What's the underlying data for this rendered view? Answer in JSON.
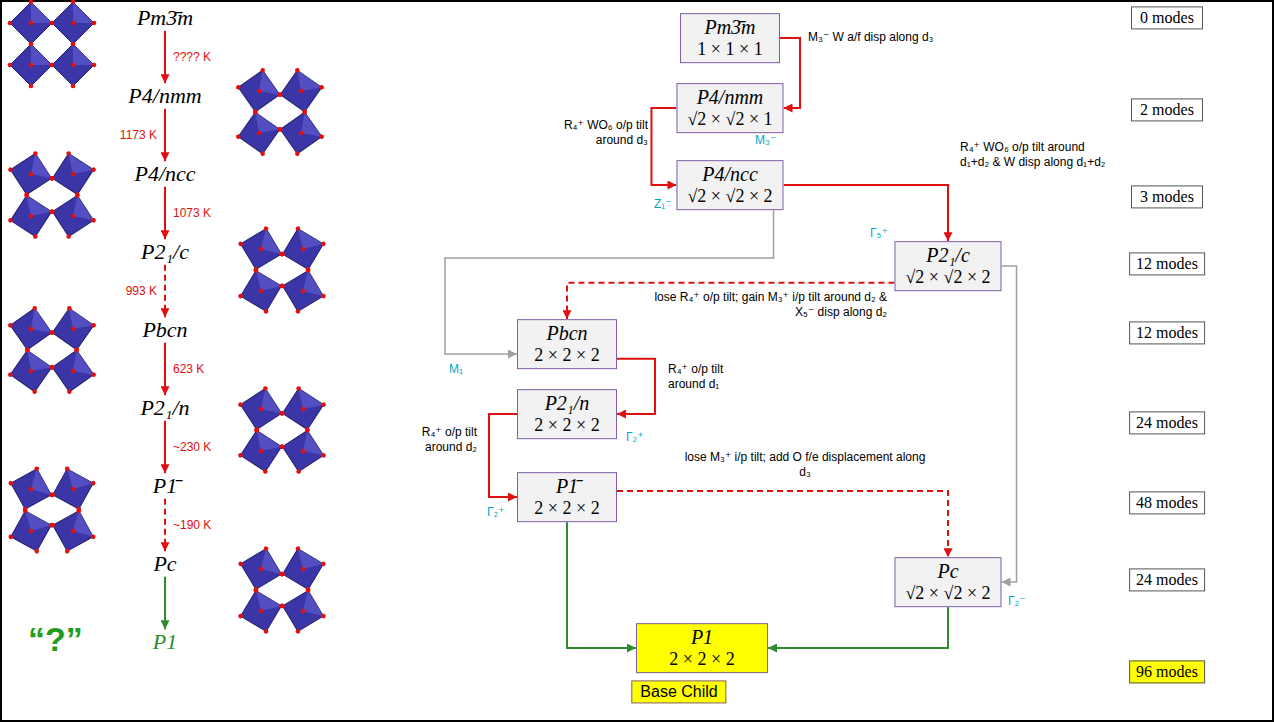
{
  "diagram": {
    "nodes": [
      {
        "text": [
          "Pm3̄m"
        ]
      },
      {
        "text": [
          "P4/nmm"
        ]
      },
      {
        "text": [
          "P4/ncc"
        ]
      },
      {
        "text": [
          "P2₁/c"
        ]
      },
      {
        "text": [
          "Pbcn"
        ]
      },
      {
        "text": [
          "P2₁/n"
        ]
      },
      {
        "text": [
          "P1̄"
        ]
      },
      {
        "text": [
          "Pc"
        ]
      },
      {
        "text": [
          "P1"
        ]
      },
      {
        "text": [
          "Pm3̄m",
          "1 × 1 × 1"
        ]
      },
      {
        "text": [
          "P4/nmm",
          "√2 × √2 × 1"
        ]
      },
      {
        "text": [
          "P4/ncc",
          "√2 × √2 × 2"
        ]
      },
      {
        "text": [
          "P2₁/c",
          "√2 × √2 × 2"
        ]
      },
      {
        "text": [
          "Pbcn",
          "2 × 2 × 2"
        ]
      },
      {
        "text": [
          "P2₁/n",
          "2 × 2 × 2"
        ]
      },
      {
        "text": [
          "P1̄",
          "2 × 2 × 2"
        ]
      },
      {
        "text": [
          "Pc",
          "√2 × √2 × 2"
        ]
      },
      {
        "text": [
          "P1",
          "2 × 2 × 2"
        ]
      },
      {
        "text": [
          "Base Child"
        ]
      },
      {
        "text": [
          "0 modes"
        ]
      },
      {
        "text": [
          "2 modes"
        ]
      },
      {
        "text": [
          "3 modes"
        ]
      },
      {
        "text": [
          "12 modes"
        ]
      },
      {
        "text": [
          "12 modes"
        ]
      },
      {
        "text": [
          "24 modes"
        ]
      },
      {
        "text": [
          "48 modes"
        ]
      },
      {
        "text": [
          "24 modes"
        ]
      },
      {
        "text": [
          "96 modes"
        ]
      }
    ],
    "edges": [
      {
        "from": 0,
        "to": 1,
        "arrow": "to",
        "label": "???? K"
      },
      {
        "from": 1,
        "to": 2,
        "arrow": "to",
        "label": "1173 K"
      },
      {
        "from": 2,
        "to": 3,
        "arrow": "to",
        "label": "1073 K"
      },
      {
        "from": 3,
        "to": 4,
        "arrow": "to",
        "label": "993 K"
      },
      {
        "from": 4,
        "to": 5,
        "arrow": "to",
        "label": "623 K"
      },
      {
        "from": 5,
        "to": 6,
        "arrow": "to",
        "label": "~230 K"
      },
      {
        "from": 6,
        "to": 7,
        "arrow": "to",
        "label": "~190 K"
      },
      {
        "from": 7,
        "to": 8,
        "arrow": "to"
      },
      {
        "from": 9,
        "to": 10,
        "arrow": "to",
        "label": "M₃⁻ W a/f disp along d₃"
      },
      {
        "from": 10,
        "to": 11,
        "arrow": "to",
        "label": "R₄⁺ WO₆ o/p tilt around d₃"
      },
      {
        "from": 11,
        "to": 12,
        "arrow": "to",
        "label": "R₄⁺ WO₆ o/p tilt around d₁+d₂ & W disp along d₁+d₂"
      },
      {
        "from": 11,
        "to": 13,
        "arrow": "to"
      },
      {
        "from": 12,
        "to": 13,
        "arrow": "to",
        "label": "lose R₄⁺ o/p tilt; gain M₃⁺ i/p tilt around d₂ & X₅⁻ disp along d₂"
      },
      {
        "from": 13,
        "to": 14,
        "arrow": "to",
        "label": "R₄⁺ o/p tilt around d₁"
      },
      {
        "from": 14,
        "to": 15,
        "arrow": "to",
        "label": "R₄⁺ o/p tilt around d₂"
      },
      {
        "from": 15,
        "to": 16,
        "arrow": "to",
        "label": "lose M₃⁺ i/p tilt; add O f/e displacement along d₃"
      },
      {
        "from": 12,
        "to": 16,
        "arrow": "to"
      },
      {
        "from": 15,
        "to": 17,
        "arrow": "to"
      },
      {
        "from": 16,
        "to": 17,
        "arrow": "to"
      }
    ],
    "labels": [
      "M₃⁻",
      "Z₁⁻",
      "Γ₅⁺",
      "M₁",
      "Γ₂⁺",
      "Γ₂⁺",
      "Γ₂⁻",
      "“?”"
    ]
  }
}
